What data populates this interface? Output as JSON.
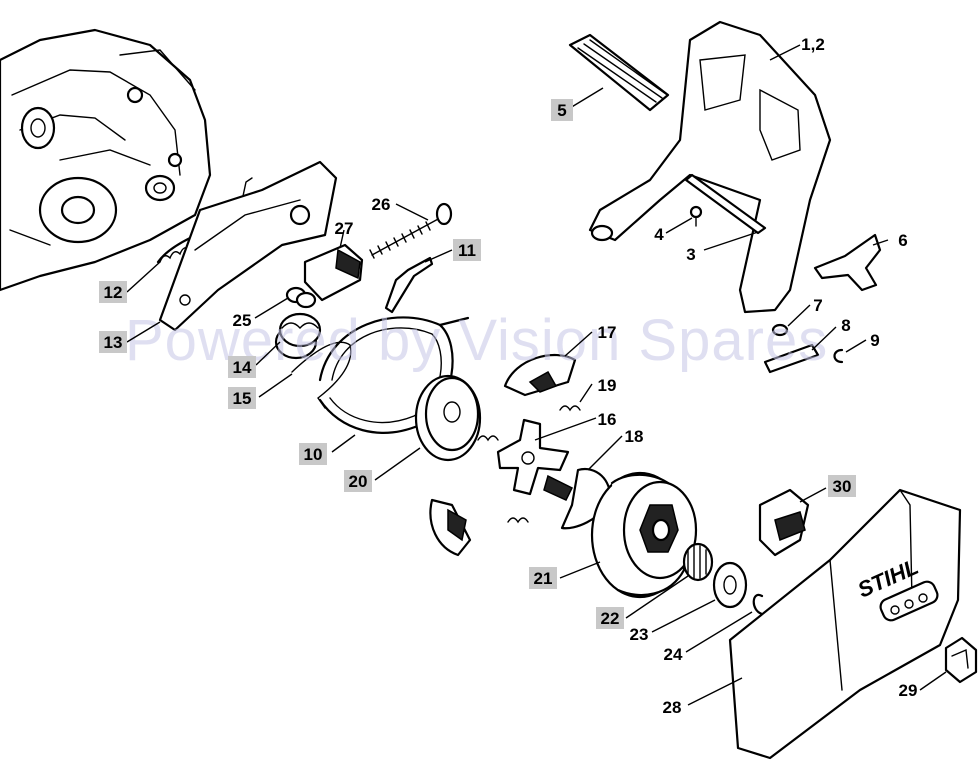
{
  "watermark": "Powered by Vision Spares",
  "brand_logo": "STIHL",
  "colors": {
    "highlight_tag": "#c8c8c8",
    "line": "#000000",
    "watermark": "#c4c4e6"
  },
  "callouts": [
    {
      "id": "c-1-2",
      "label": "1,2",
      "highlight": false
    },
    {
      "id": "c-3",
      "label": "3",
      "highlight": false
    },
    {
      "id": "c-4",
      "label": "4",
      "highlight": false
    },
    {
      "id": "c-5",
      "label": "5",
      "highlight": true
    },
    {
      "id": "c-6",
      "label": "6",
      "highlight": false
    },
    {
      "id": "c-7",
      "label": "7",
      "highlight": false
    },
    {
      "id": "c-8",
      "label": "8",
      "highlight": false
    },
    {
      "id": "c-9",
      "label": "9",
      "highlight": false
    },
    {
      "id": "c-10",
      "label": "10",
      "highlight": true
    },
    {
      "id": "c-11",
      "label": "11",
      "highlight": true
    },
    {
      "id": "c-12",
      "label": "12",
      "highlight": true
    },
    {
      "id": "c-13",
      "label": "13",
      "highlight": true
    },
    {
      "id": "c-14",
      "label": "14",
      "highlight": true
    },
    {
      "id": "c-15",
      "label": "15",
      "highlight": true
    },
    {
      "id": "c-16",
      "label": "16",
      "highlight": false
    },
    {
      "id": "c-17",
      "label": "17",
      "highlight": false
    },
    {
      "id": "c-18",
      "label": "18",
      "highlight": false
    },
    {
      "id": "c-19",
      "label": "19",
      "highlight": false
    },
    {
      "id": "c-20",
      "label": "20",
      "highlight": true
    },
    {
      "id": "c-21",
      "label": "21",
      "highlight": true
    },
    {
      "id": "c-22",
      "label": "22",
      "highlight": true
    },
    {
      "id": "c-23",
      "label": "23",
      "highlight": false
    },
    {
      "id": "c-24",
      "label": "24",
      "highlight": false
    },
    {
      "id": "c-25",
      "label": "25",
      "highlight": false
    },
    {
      "id": "c-26",
      "label": "26",
      "highlight": false
    },
    {
      "id": "c-27",
      "label": "27",
      "highlight": false
    },
    {
      "id": "c-28",
      "label": "28",
      "highlight": false
    },
    {
      "id": "c-29",
      "label": "29",
      "highlight": false
    },
    {
      "id": "c-30",
      "label": "30",
      "highlight": true
    }
  ]
}
